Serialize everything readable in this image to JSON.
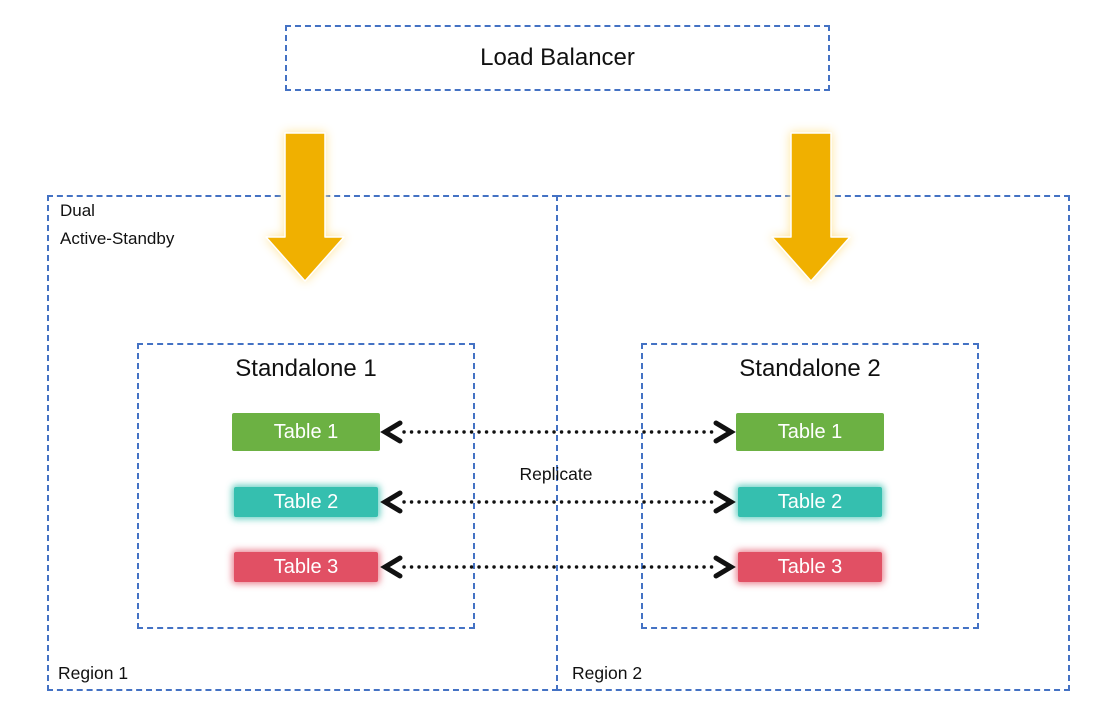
{
  "diagram": {
    "load_balancer_label": "Load Balancer",
    "region1": {
      "label": "Region 1",
      "annotation_line1": "Dual",
      "annotation_line2": "Active-Standby"
    },
    "region2": {
      "label": "Region 2"
    },
    "standalone1": {
      "title": "Standalone 1",
      "tables": [
        "Table 1",
        "Table 2",
        "Table 3"
      ]
    },
    "standalone2": {
      "title": "Standalone 2",
      "tables": [
        "Table 1",
        "Table 2",
        "Table 3"
      ]
    },
    "replicate_label": "Replicate",
    "colors": {
      "border_blue": "#4472C4",
      "table_green": "#6CB143",
      "table_teal": "#35BFAF",
      "table_red": "#E15064",
      "arrow_gold": "#F0B000",
      "connector_black": "#111111",
      "table_text": "#FFFFFF"
    }
  }
}
